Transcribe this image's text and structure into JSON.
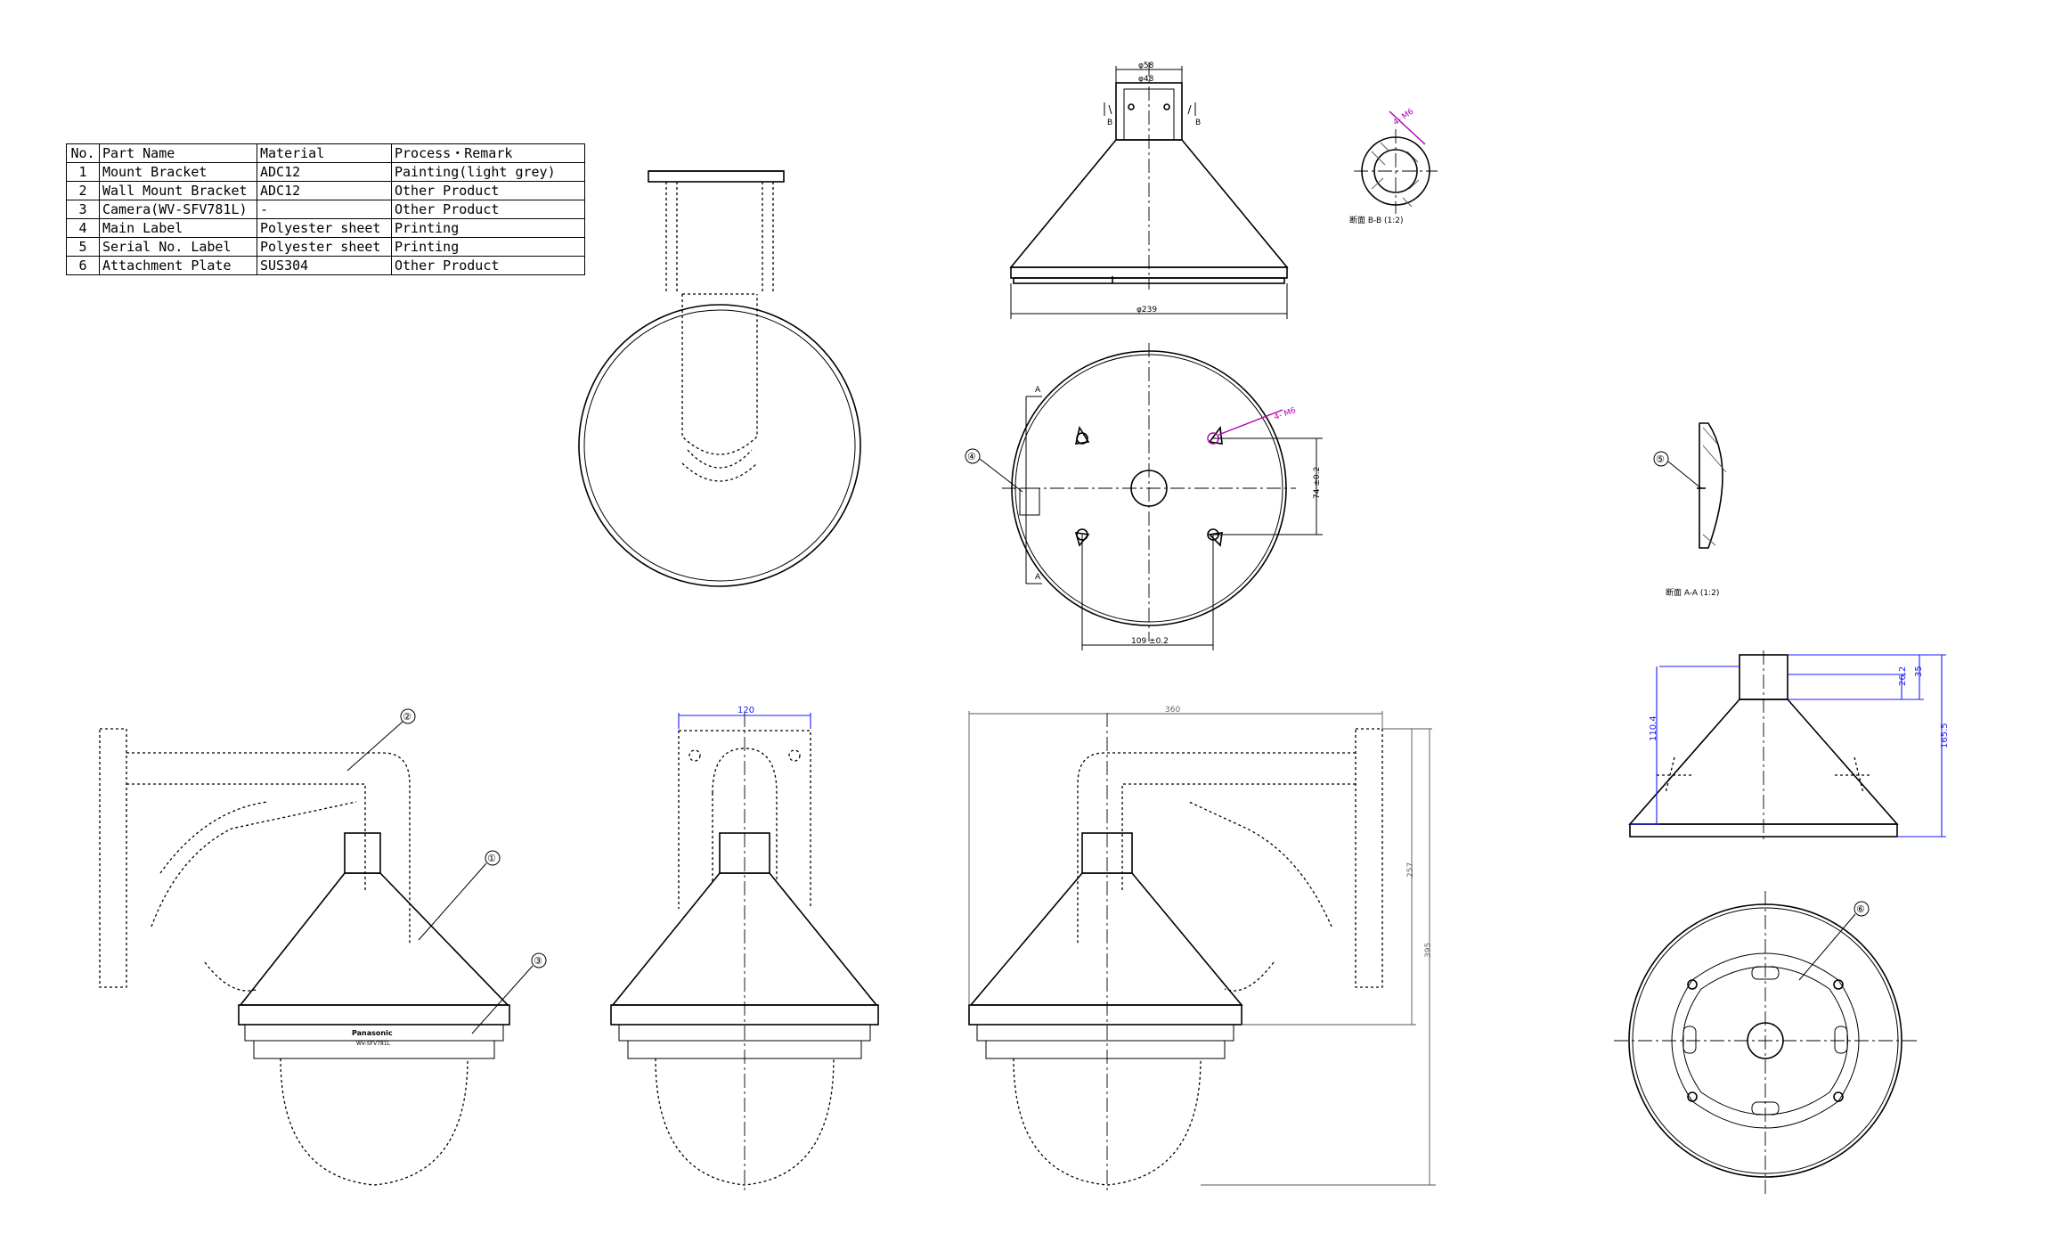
{
  "table": {
    "header": [
      "No.",
      "Part Name",
      "Material",
      "Process・Remark"
    ],
    "rows": [
      [
        "1",
        "Mount Bracket",
        "ADC12",
        "Painting(light grey)"
      ],
      [
        "2",
        "Wall Mount Bracket",
        "ADC12",
        "Other Product"
      ],
      [
        "3",
        "Camera(WV-SFV781L)",
        "-",
        "Other Product"
      ],
      [
        "4",
        "Main Label",
        "Polyester sheet",
        "Printing"
      ],
      [
        "5",
        "Serial No. Label",
        "Polyester sheet",
        "Printing"
      ],
      [
        "6",
        "Attachment Plate",
        "SUS304",
        "Other Product"
      ]
    ]
  },
  "dimensions": {
    "phi58": "φ58",
    "phi48": "φ48",
    "phi239": "φ239",
    "d74": "74 ±0.2",
    "d109": "109 ±0.2",
    "m6a": "4- M6",
    "m6b": "4- M6",
    "d120": "120",
    "d360": "360",
    "d257": "257",
    "d395": "395",
    "d110": "110.4",
    "d26": "26.2",
    "d35": "35",
    "d165": "165.5"
  },
  "section_labels": {
    "bb": "断面 B-B (1:2)",
    "aa": "断面 A-A (1:2)",
    "a_top": "A",
    "a_bottom": "A",
    "b_left": "B",
    "b_right": "B"
  },
  "callouts": [
    "①",
    "②",
    "③",
    "④",
    "⑤",
    "⑥"
  ],
  "markings": {
    "brand": "Panasonic",
    "model": "WV-SFV781L"
  },
  "colors": {
    "line": "#000000",
    "dimension_blue": "#1a1aff",
    "highlight_magenta": "#b000b0"
  }
}
